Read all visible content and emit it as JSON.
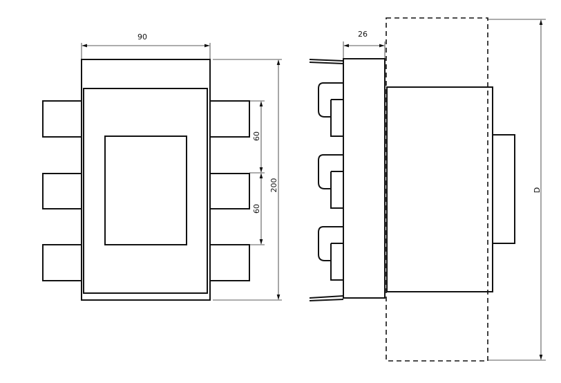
{
  "front_view": {
    "width_label": "90",
    "pitch_label_1": "60",
    "pitch_label_2": "60",
    "height_label": "200"
  },
  "side_view": {
    "depth_label": "26",
    "total_depth_label": "D"
  }
}
